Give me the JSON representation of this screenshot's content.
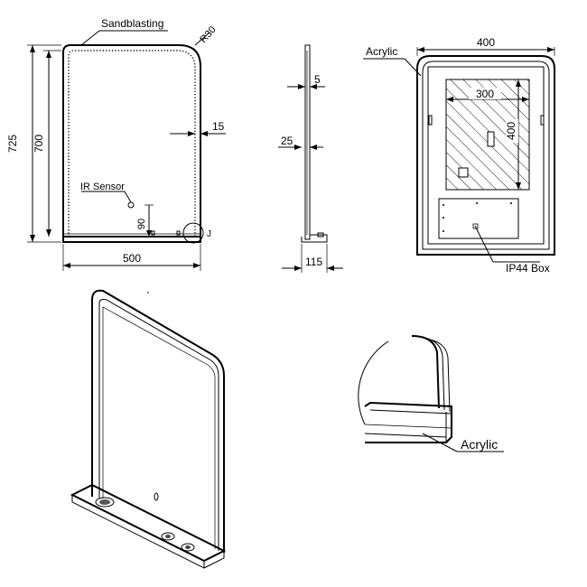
{
  "front_view": {
    "sandblasting": "Sandblasting",
    "radius": "R30",
    "dim_725": "725",
    "dim_700": "700",
    "dim_15": "15",
    "ir_sensor": "IR Sensor",
    "dim_90": "90",
    "detail_ref": "J",
    "dim_500": "500"
  },
  "side_view": {
    "dim_5": "5",
    "dim_25": "25",
    "dim_115": "115"
  },
  "back_view": {
    "acrylic": "Acrylic",
    "dim_400_width": "400",
    "dim_300": "300",
    "dim_400_height": "400",
    "ip44_box": "IP44  Box"
  },
  "detail_view": {
    "acrylic": "Acrylic"
  }
}
